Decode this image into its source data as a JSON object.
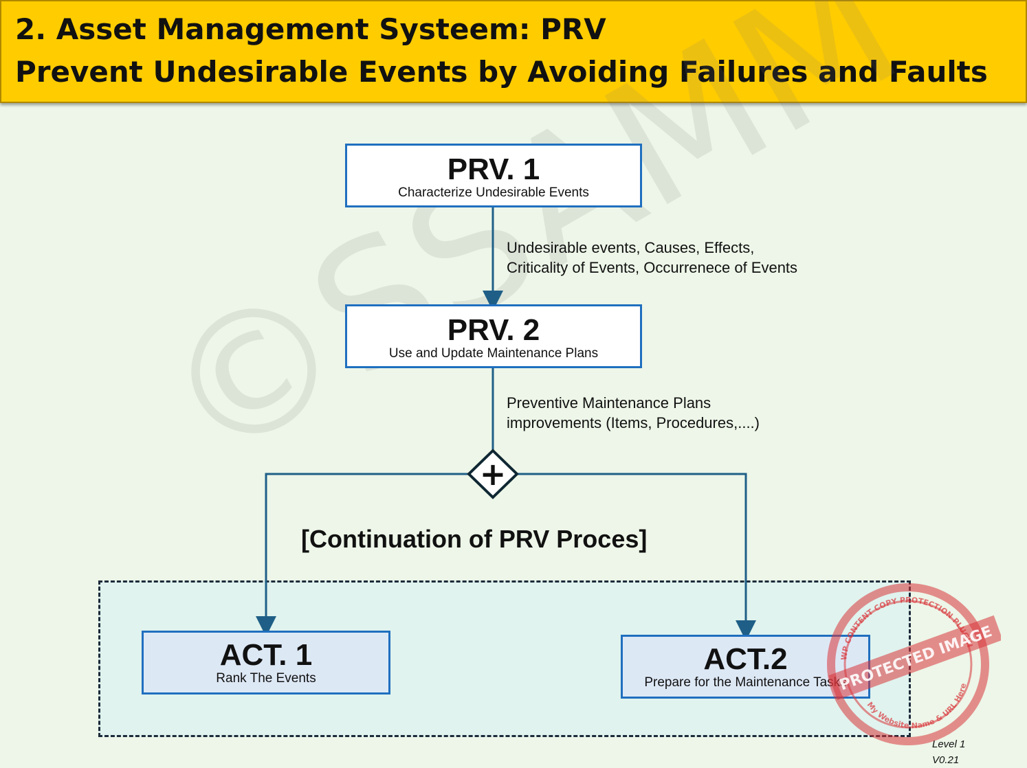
{
  "header": {
    "line1": "2. Asset Management Systeem: PRV",
    "line2": "Prevent Undesirable Events by Avoiding Failures and Faults"
  },
  "watermark": "©SSAMM",
  "nodes": {
    "prv1": {
      "code": "PRV. 1",
      "label": "Characterize Undesirable Events"
    },
    "prv2": {
      "code": "PRV. 2",
      "label": "Use and Update Maintenance Plans"
    },
    "act1": {
      "code": "ACT. 1",
      "label": "Rank The Events"
    },
    "act2": {
      "code": "ACT.2",
      "label": "Prepare for the Maintenance Tasks"
    }
  },
  "flows": {
    "prv1_to_prv2": {
      "line1": "Undesirable events, Causes, Effects,",
      "line2": "Criticality of Events, Occurrenece of Events"
    },
    "prv2_out": {
      "line1": "Preventive Maintenance Plans",
      "line2": "improvements (Items, Procedures,....)"
    }
  },
  "gateway_symbol": "+",
  "continuation_label": "[Continuation of PRV Proces]",
  "version": {
    "level": "Level 1",
    "version": "V0.21"
  },
  "stamp": {
    "main": "PROTECTED IMAGE",
    "top_arc": "WP CONTENT COPY PROTECTION PLUGIN",
    "bottom_arc": "My Website Name & URL Here"
  },
  "colors": {
    "header_bg": "#ffcc00",
    "box_border": "#1f6fbf",
    "connector": "#1f5f87",
    "background": "#edf6e8",
    "stamp": "#d9343a"
  }
}
